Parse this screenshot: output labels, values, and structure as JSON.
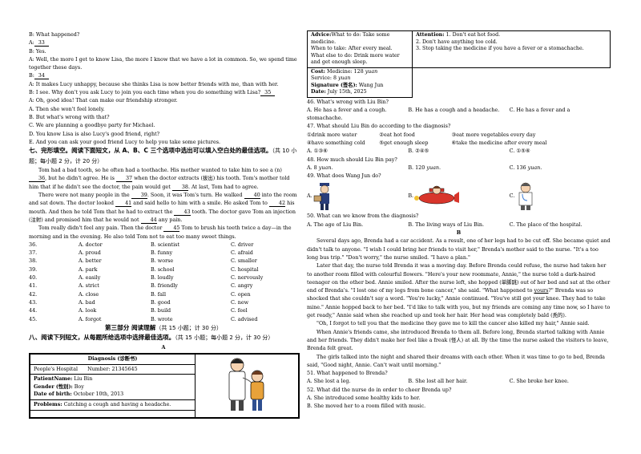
{
  "left": {
    "dialog": [
      "B: What happened?",
      "A:",
      "33",
      "B: Yes.",
      "A: Well, the more I get to know Lisa, the more I know that we have a lot in common. So, we spend time together these days.",
      "B:",
      "34",
      "A: It makes Lucy unhappy, because she thinks Lisa is now better friends with me, than with her.",
      "B: I see. Why don't you ask Lucy to join you each time when you do something with Lisa?",
      "35",
      "A: Oh, good idea! That can make our friendship stronger."
    ],
    "options": [
      "A. Then she won't feel lonely.",
      "B. But what's wrong with that?",
      "C. We are planning a goodbye party for Michael.",
      "D. You know Lisa is also Lucy's good friend, right?",
      "E. And you can ask your good friend Lucy to help you take some pictures."
    ],
    "sec7_title": "七、完形填空。阅读下面短文，从 A、B、C 三个选项中选出可以填入空白处的最佳选项。",
    "sec7_score": "（共 10 小题；每小题 2 分，计 20 分）",
    "cloze": [
      "Tom had a bad tooth, so he often had a toothache. His mother wanted to take him to see a (n)",
      "36",
      ", but he didn't agree. He is",
      "37",
      "when the doctor extracts (拔出) his tooth. Tom's mother told him that if he didn't see the doctor, the pain would get",
      "38",
      ". At last, Tom had to agree.",
      "There were not many people in the",
      "39",
      ". Soon, it was Tom's turn. He walked",
      "40",
      "into the room and sat down. The doctor looked",
      "41",
      "and said hello to him with a smile. He asked Tom to",
      "42",
      "his mouth. And then he told Tom that he had to extract the",
      "43",
      "tooth. The doctor gave Tom an injection (注射) and promised him that he would not",
      "44",
      "any pain.",
      "Tom really didn't feel any pain. Then the doctor",
      "45",
      "Tom to brush his teeth twice a day—in the morning and in the evening. He also told Tom not to eat too many sweet things."
    ],
    "cloze_options": [
      [
        "36.",
        "A. doctor",
        "B. scientist",
        "C. driver"
      ],
      [
        "37.",
        "A. proud",
        "B. funny",
        "C. afraid"
      ],
      [
        "38.",
        "A. better",
        "B. worse",
        "C. smaller"
      ],
      [
        "39.",
        "A. park",
        "B. school",
        "C. hospital"
      ],
      [
        "40.",
        "A. easily",
        "B. loudly",
        "C. nervously"
      ],
      [
        "41.",
        "A. strict",
        "B. friendly",
        "C. angry"
      ],
      [
        "42.",
        "A. close",
        "B. fall",
        "C. open"
      ],
      [
        "43.",
        "A. bad",
        "B. good",
        "C. new"
      ],
      [
        "44.",
        "A. look",
        "B. build",
        "C. feel"
      ],
      [
        "45.",
        "A. forgot",
        "B. wrote",
        "C. advised"
      ]
    ],
    "part3": "第三部分  阅读理解",
    "part3_score": "（共 15 小题；计 30 分）",
    "sec8_title": "八、阅读下列短文，从每题所给选项中选择最佳选项。",
    "sec8_score": "（共 15 小题；每小题 2 分，计 30 分）",
    "passage_a": "A",
    "diag_title": "Diagnosis (诊断书)",
    "hospital": "People's Hospital",
    "number": "Number: 21345645",
    "patient_label": "PatientName:",
    "patient_name": "Liu Bin",
    "gender_label": "Gender (性别):",
    "gender": "Boy",
    "dob_label": "Date of birth:",
    "dob": "October 10th, 2013",
    "problems_label": "Problems:",
    "problems": "Catching a cough and having a headache."
  },
  "right": {
    "advice_label": "Advice:",
    "advice": [
      "What to do: Take some medicine.",
      "When to take: After every meal.",
      "What else to do: Drink more water and get enough sleep."
    ],
    "attention_label": "Attention:",
    "attention": [
      "1. Don't eat hot food.",
      "2. Don't have anything too cold.",
      "3. Stop taking the medicine if you have a fever or a stomachache."
    ],
    "cost_label": "Cost:",
    "cost": "Medicine: 128",
    "cost_unit": "yuan",
    "service": "Service: 8",
    "service_unit": "yuan",
    "signature_label": "Signature (签名):",
    "signature": "Wang Jun",
    "date_label": "Date:",
    "date": "July 15th, 2025",
    "q46": "46. What's wrong with Liu Bin?",
    "q46_opts": [
      "A. He has a fever and a cough.",
      "B. He has a cough and a headache.",
      "C. He has a fever and a"
    ],
    "q46_cont": "stomachache.",
    "q47": "47. What should Liu Bin do according to the diagnosis?",
    "q47_items1": [
      "①drink more water",
      "②eat hot food",
      "③eat more vegetables every day"
    ],
    "q47_items2": [
      "④have something cold",
      "⑤get enough sleep",
      "⑥take the medicine after every meal"
    ],
    "q47_opts": [
      "A. ①③⑥",
      "B. ②④⑤",
      "C. ①⑤⑥"
    ],
    "q48": "48. How much should Liu Bin pay?",
    "q48_opts": [
      "A. 8",
      "B. 120",
      "C. 136"
    ],
    "q48_unit": "yuan.",
    "q49": "49. What does Wang Jun do?",
    "q49_opts": [
      "A.",
      "B.",
      "C."
    ],
    "q50": "50. What can we know from the diagnosis?",
    "q50_opts": [
      "A. The age of Liu Bin.",
      "B. The living ways of Liu Bin.",
      "C. The place of the hospital."
    ],
    "passage_b": "B",
    "story": [
      "Several days ago, Brenda had a car accident. As a result, one of her legs had to be cut off. She became quiet and didn't talk to anyone. \"I wish I could bring her friends to visit her,\" Brenda's mother said to the nurse. \"It's a too long bus trip.\" \"Don't worry,\" the nurse smiled. \"I have a plan.\"",
      "Later that day, the nurse told Brenda it was a moving day. Before Brenda could refuse, the nurse had taken her to another room filled with colourful flowers. \"Here's your new roommate, Annie,\" the nurse told a dark-haired teenager on the other bed. Annie smiled. After the nurse left, she hopped (单脚跳) out of her bed and sat at the other end of Brenda's. \"I lost one of my legs from bone cancer,\" she said. \"What happened to",
      "yours",
      "?\" Brenda was so shocked that she couldn't say a word. \"You're lucky,\" Annie continued. \"You've still got your knee. They had to take mine.\" Annie hopped back to her bed. \"I'd like to talk with you, but my friends are coming any time now, so I have to get ready,\" Annie said when she reached up and took her hair. Her head was completely bald (秃的).",
      "\"Oh, I forgot to tell you that the medicine they gave me to kill the cancer also killed my hair,\" Annie said.",
      "When Annie's friends came, she introduced Brenda to them all. Before long, Brenda started talking with Annie and her friends. They didn't make her feel like a freak (怪人) at all. By the time the nurse asked the visitors to leave, Brenda felt great.",
      "The girls talked into the night and shared their dreams with each other. When it was time to go to bed, Brenda said, \"Good night, Annie. Can't wait until morning.\""
    ],
    "q51": "51. What happened to Brenda?",
    "q51_opts": [
      "A. She lost a leg.",
      "B. She lost all her hair.",
      "C. She broke her knee."
    ],
    "q52": "52. What did the nurse do in order to cheer Brenda up?",
    "q52_opts": [
      "A. She introduced some healthy kids to her.",
      "B. She moved her to a room filled with music."
    ]
  }
}
